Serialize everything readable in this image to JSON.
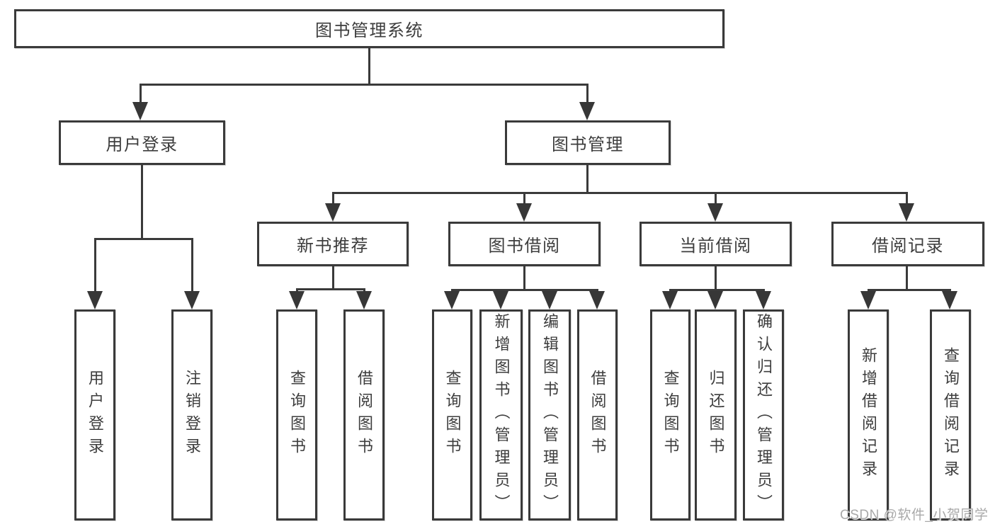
{
  "diagram": {
    "root": "图书管理系统",
    "level2": {
      "user_login": "用户登录",
      "book_mgmt": "图书管理"
    },
    "level3": {
      "new_book": "新书推荐",
      "book_borrow": "图书借阅",
      "current_borrow": "当前借阅",
      "borrow_record": "借阅记录"
    },
    "leaves": [
      "用户登录",
      "注销登录",
      "查询图书",
      "借阅图书",
      "查询图书",
      "新增图书（管理员）",
      "编辑图书（管理员）",
      "借阅图书",
      "查询图书",
      "归还图书",
      "确认归还（管理员）",
      "新增借阅记录",
      "查询借阅记录"
    ]
  },
  "watermark": "CSDN @软件_小贺同学",
  "colors": {
    "line": "#3a3a3a",
    "text": "#3d3d3d",
    "background": "#ffffff",
    "watermark": "#a9a9a9"
  }
}
